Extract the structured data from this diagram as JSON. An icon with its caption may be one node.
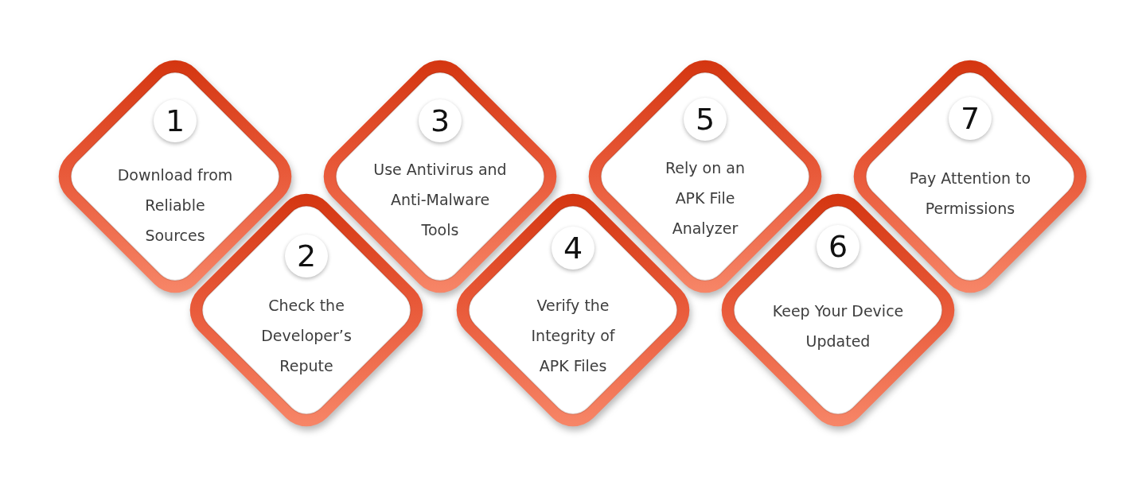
{
  "diagram": {
    "nodes": [
      {
        "text": [
          "1",
          "Download from Reliable Sources"
        ]
      },
      {
        "text": [
          "2",
          "Check the Developer’s Repute"
        ]
      },
      {
        "text": [
          "3",
          "Use Antivirus and Anti-Malware Tools"
        ]
      },
      {
        "text": [
          "4",
          "Verify the Integrity of APK Files"
        ]
      },
      {
        "text": [
          "5",
          "Rely on an APK File Analyzer"
        ]
      },
      {
        "text": [
          "6",
          "Keep Your Device Updated"
        ]
      },
      {
        "text": [
          "7",
          "Pay Attention to Permissions"
        ]
      }
    ]
  }
}
